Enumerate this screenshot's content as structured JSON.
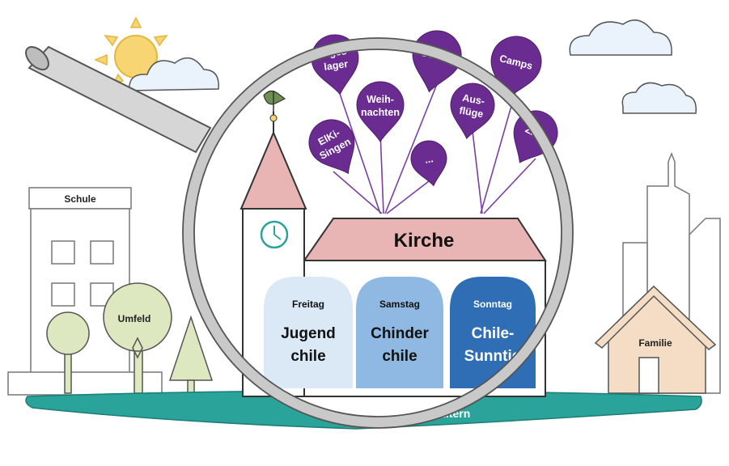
{
  "colors": {
    "balloon": "#6b2c91",
    "balloon_string": "#7a3fa0",
    "roof": "#e8b4b4",
    "ground": "#2aa39b",
    "door_light": "#dbe8f6",
    "door_mid": "#8fb9e2",
    "door_dark": "#2f6db5",
    "house": "#f5ddc5",
    "tree": "#dde8c0",
    "sun": "#f7d572",
    "outline": "#333333"
  },
  "church": {
    "title": "Kirche",
    "clock_icon": "clock-icon",
    "doors": [
      {
        "day": "Freitag",
        "line1": "Jugend",
        "line2": "chile"
      },
      {
        "day": "Samstag",
        "line1": "Chinder",
        "line2": "chile"
      },
      {
        "day": "Sonntag",
        "line1": "Chile-",
        "line2": "Sunntig"
      }
    ]
  },
  "balloons": [
    {
      "line1": "Tages-",
      "line2": "lager"
    },
    {
      "line1": "Weih-",
      "line2": "nachten"
    },
    {
      "line1": "Ostern",
      "line2": ""
    },
    {
      "line1": "Camps",
      "line2": ""
    },
    {
      "line1": "ElKi-",
      "line2": "Singen"
    },
    {
      "line1": "...",
      "line2": ""
    },
    {
      "line1": "Aus-",
      "line2": "flüge"
    },
    {
      "line1": "ZAK",
      "line2": ""
    }
  ],
  "labels": {
    "school": "Schule",
    "surroundings": "Umfeld",
    "family": "Familie",
    "parents_relation": "Beziehung zu den Eltern"
  }
}
